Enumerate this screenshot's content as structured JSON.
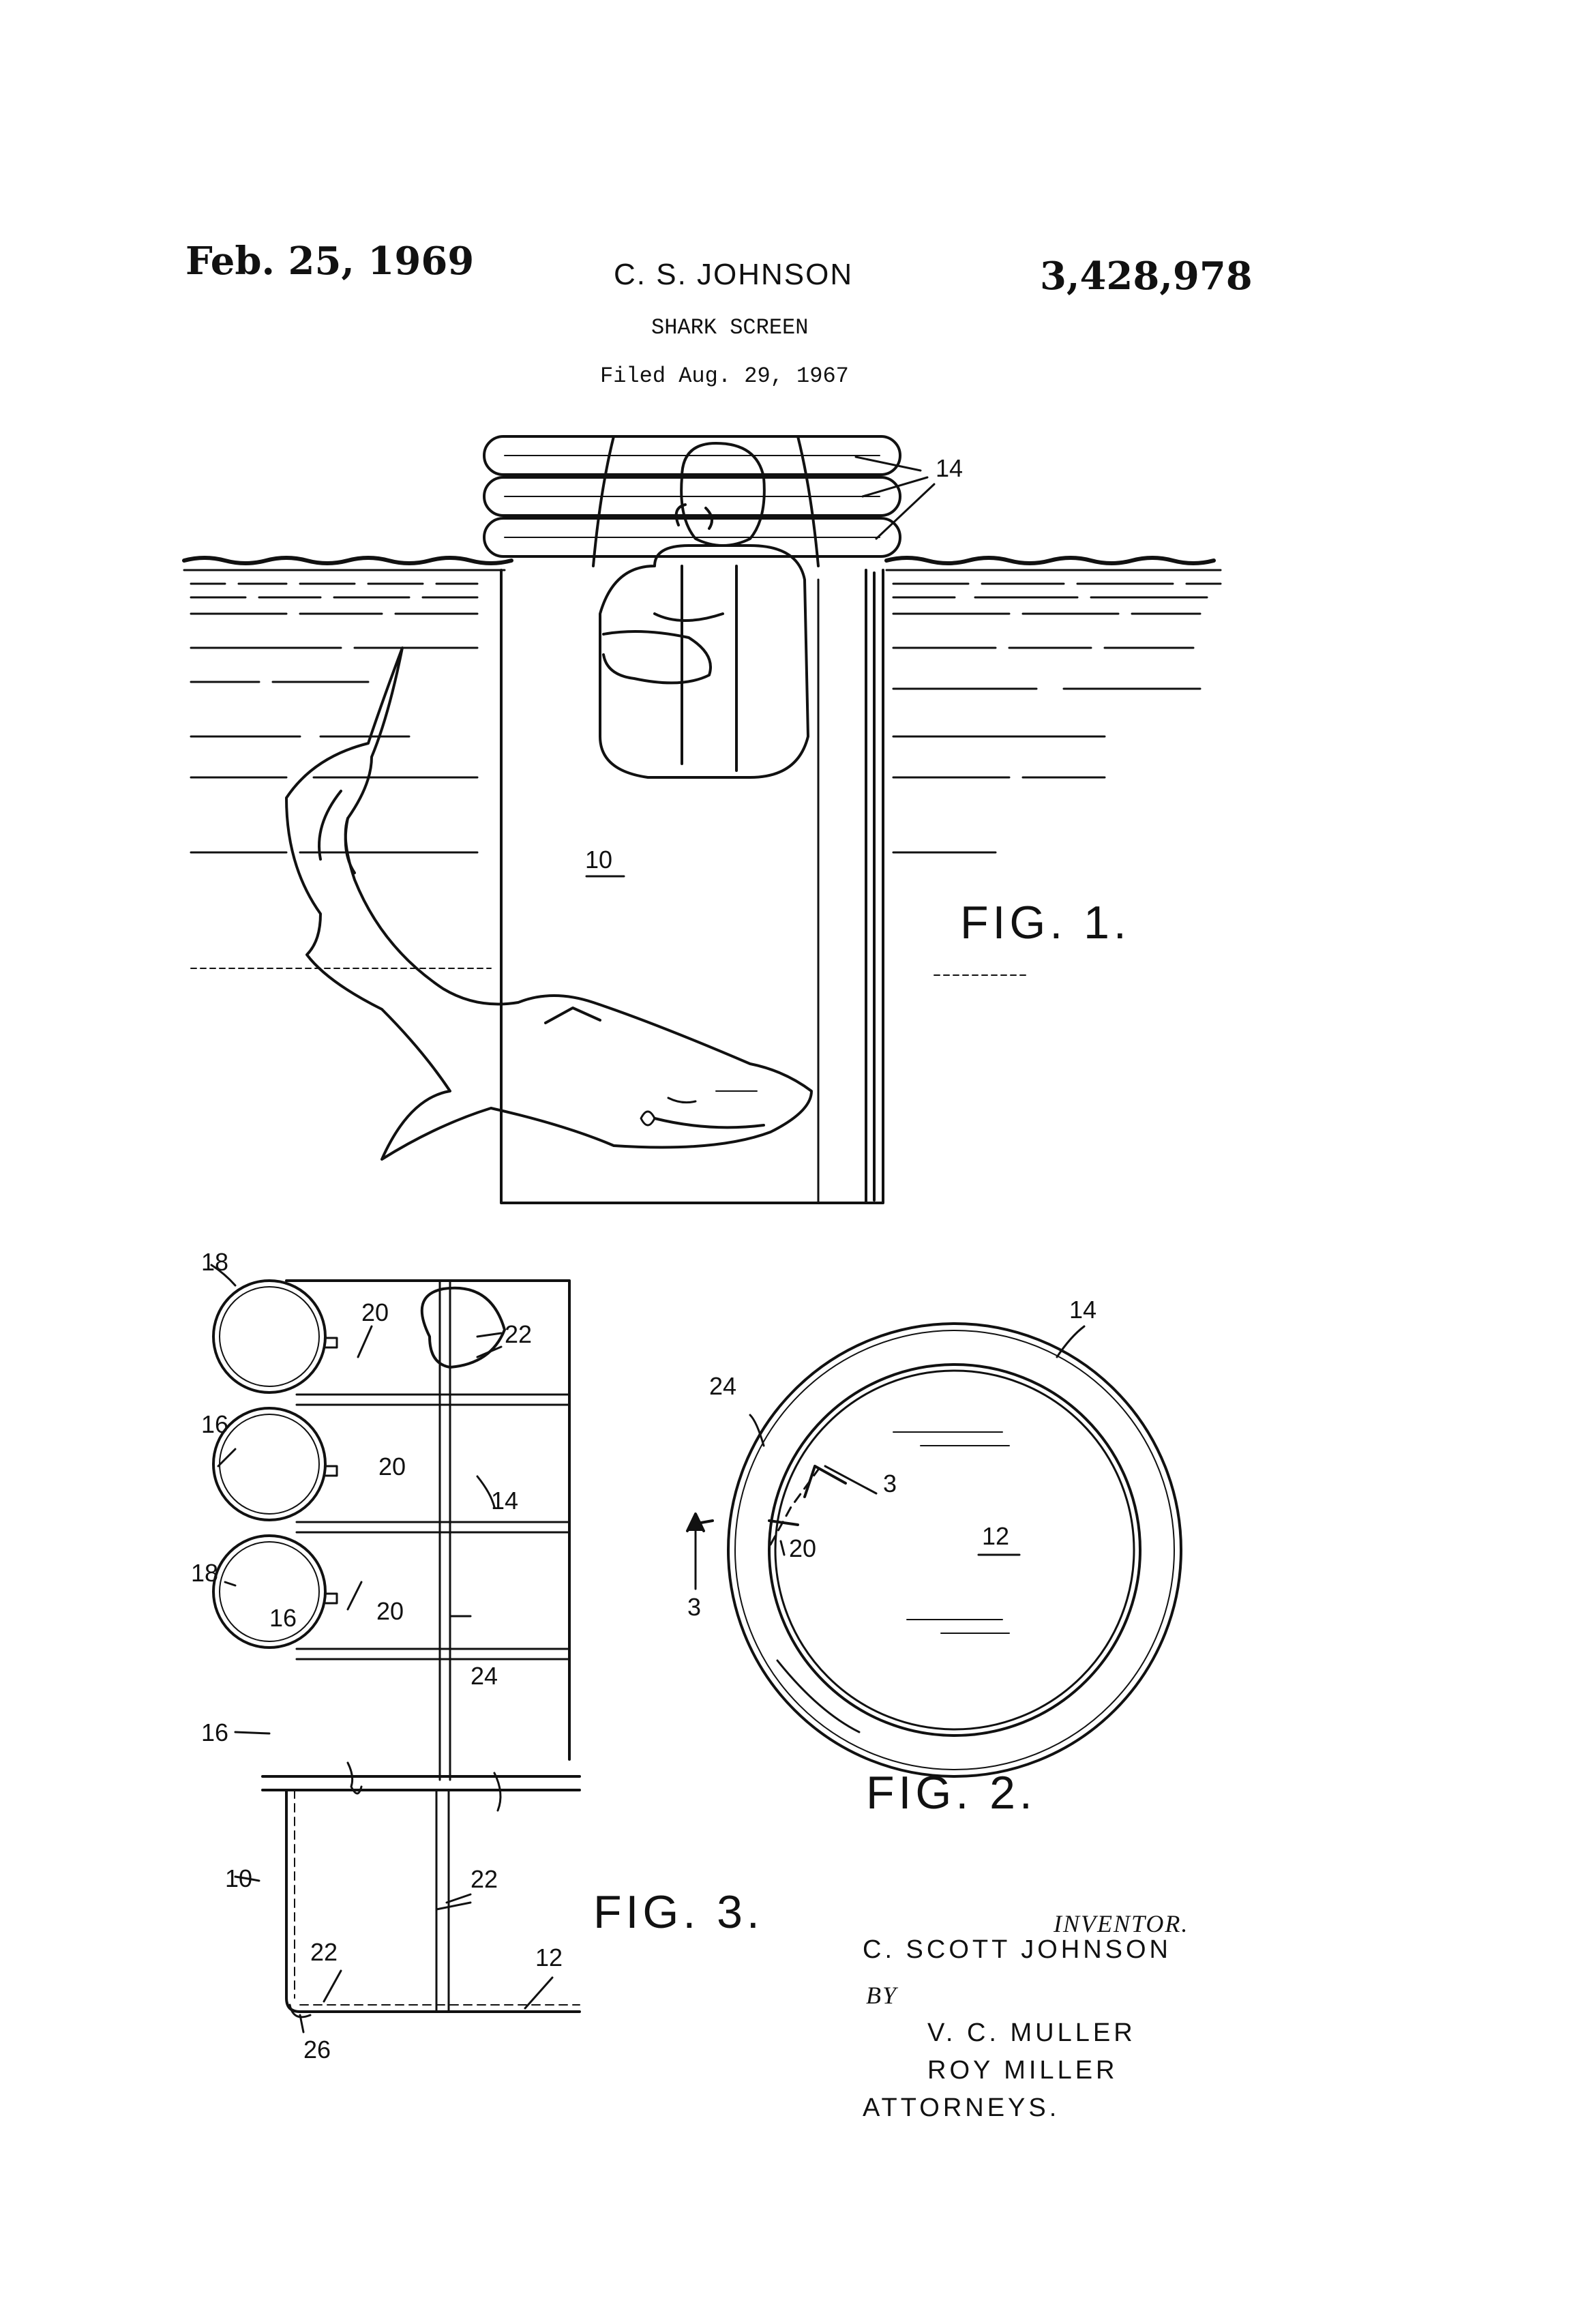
{
  "header": {
    "date": "Feb. 25, 1969",
    "inventor": "C. S. JOHNSON",
    "patent_number": "3,428,978",
    "title": "SHARK SCREEN",
    "filed": "Filed Aug. 29, 1967"
  },
  "figures": {
    "fig1": "FIG. 1.",
    "fig2": "FIG. 2.",
    "fig3": "FIG. 3."
  },
  "ref_numerals": {
    "fig1": [
      "14",
      "10"
    ],
    "fig2": [
      "14",
      "24",
      "3",
      "20",
      "12",
      "3"
    ],
    "fig3": [
      "18",
      "20",
      "22",
      "16",
      "20",
      "14",
      "18",
      "16",
      "20",
      "24",
      "16",
      "22",
      "10",
      "22",
      "12",
      "26"
    ]
  },
  "signature": {
    "inventor_label": "INVENTOR.",
    "inventor_name": "C. SCOTT JOHNSON",
    "by": "BY",
    "attorney1": "V. C. MULLER",
    "attorney2": "ROY MILLER",
    "attorneys_label": "ATTORNEYS."
  }
}
